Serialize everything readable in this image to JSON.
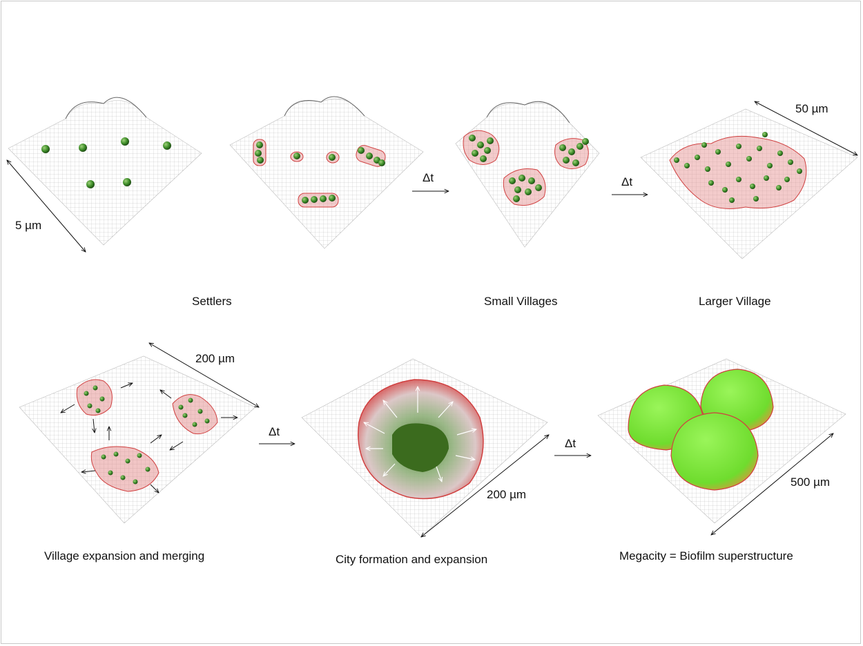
{
  "panels": {
    "row1": {
      "settlers": "Settlers",
      "small_villages": "Small Villages",
      "larger_village": "Larger Village"
    },
    "row2": {
      "village_expansion": "Village expansion and merging",
      "city_formation": "City formation and expansion",
      "megacity": "Megacity = Biofilm superstructure"
    }
  },
  "scales": {
    "s5": "5 µm",
    "s50": "50 µm",
    "s200a": "200 µm",
    "s200b": "200 µm",
    "s500": "500 µm"
  },
  "time_step": "Δt",
  "colors": {
    "cell": "#3f8f2a",
    "matrix": "#e06060",
    "city_core": "#3b6b1e",
    "megacity": "#7be53a",
    "mesh": "#9a9a9a"
  }
}
